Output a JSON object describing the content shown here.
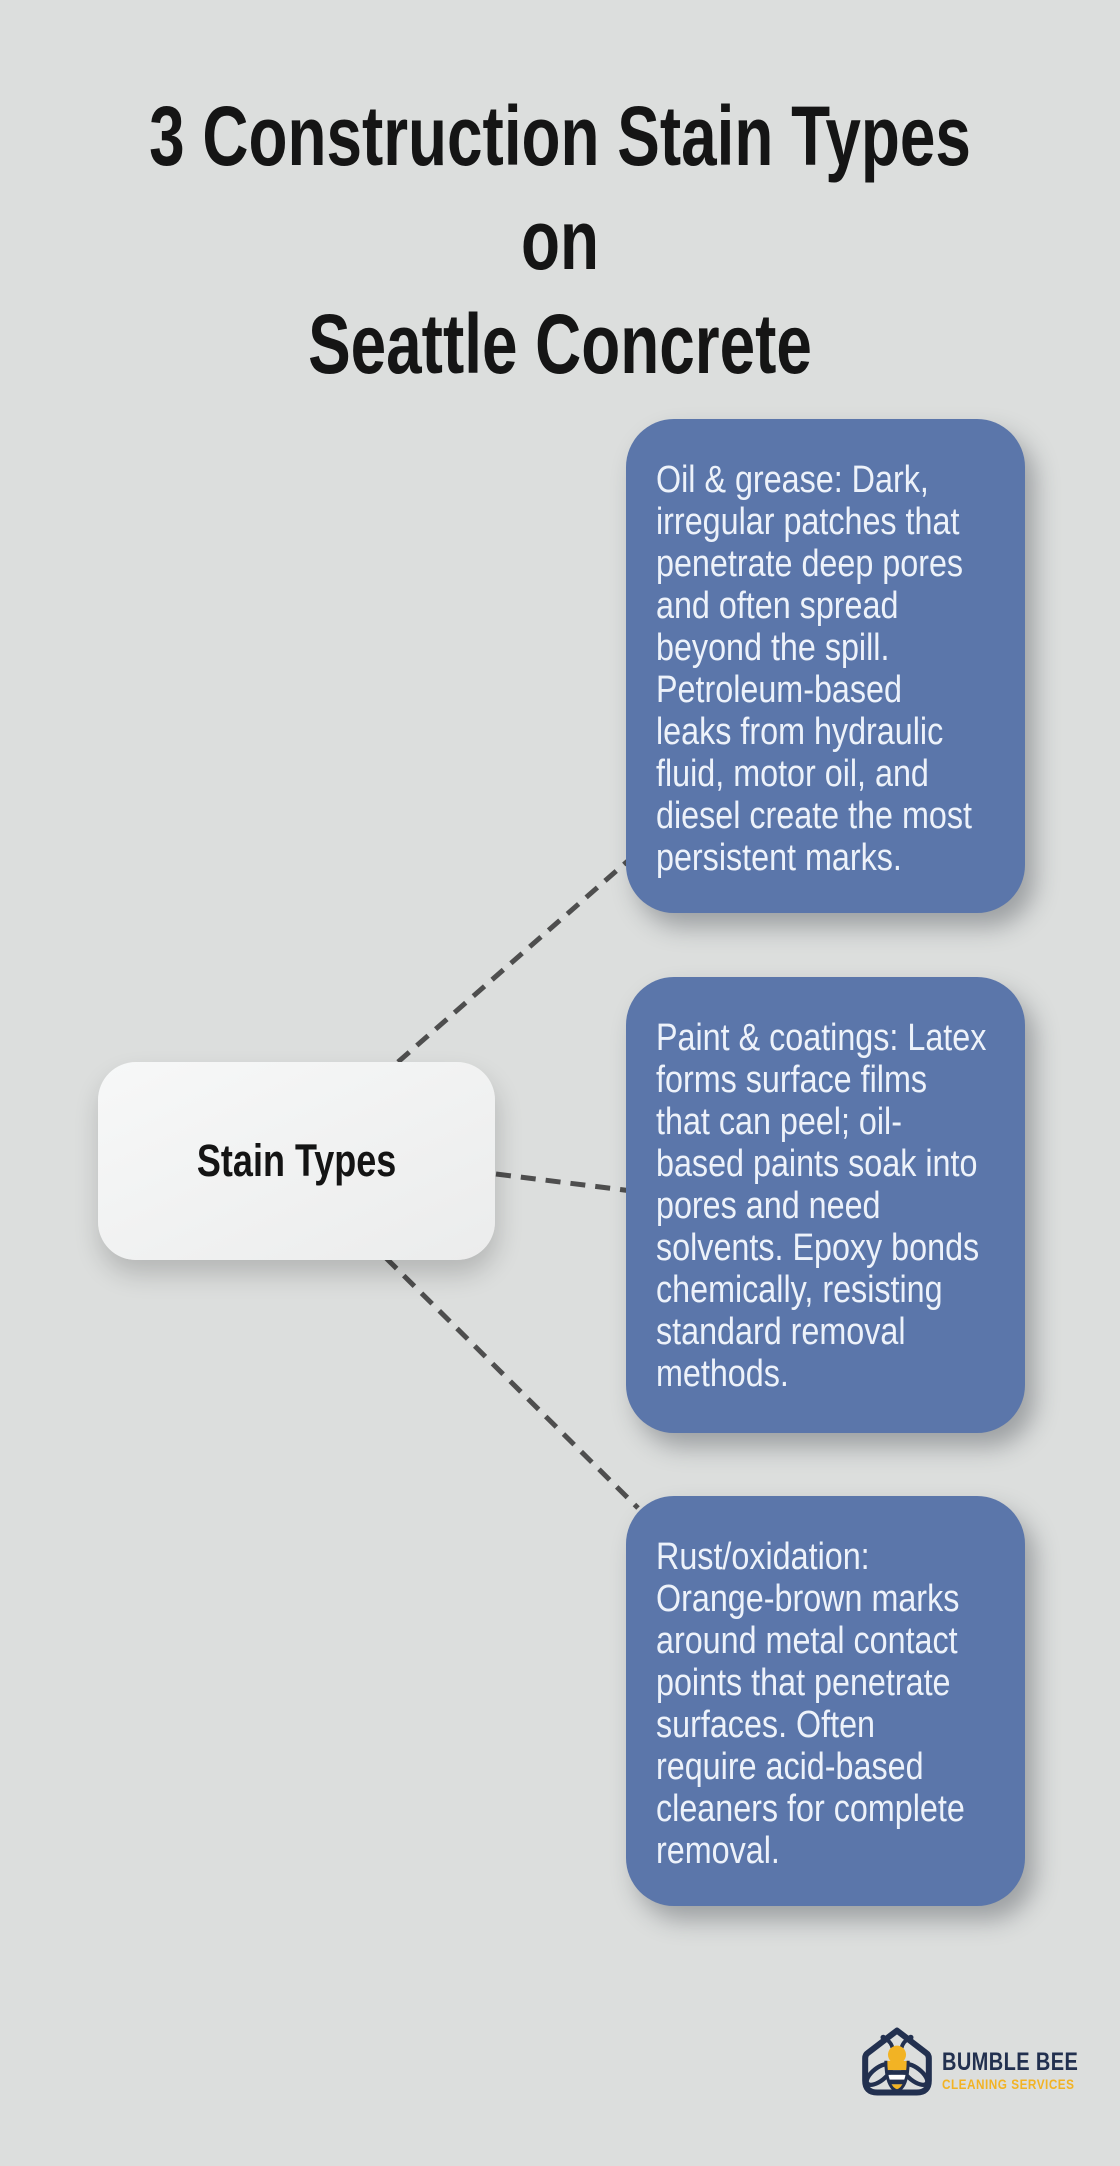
{
  "title": "3 Construction Stain Types on\nSeattle Concrete",
  "center_node": {
    "label": "Stain Types"
  },
  "cards": [
    {
      "id": "oil-grease",
      "text": "Oil & grease: Dark,\nirregular patches that\npenetrate deep pores\nand often spread\nbeyond the spill.\nPetroleum-based\nleaks from hydraulic\nfluid, motor oil, and\ndiesel create the most\npersistent marks."
    },
    {
      "id": "paint-coatings",
      "text": "Paint & coatings: Latex\nforms surface films\nthat can peel; oil-\nbased paints soak into\npores and need\nsolvents. Epoxy bonds\nchemically, resisting\nstandard removal\nmethods."
    },
    {
      "id": "rust-oxidation",
      "text": "Rust/oxidation:\nOrange-brown marks\naround metal contact\npoints that penetrate\nsurfaces. Often\nrequire acid-based\ncleaners for complete\nremoval."
    }
  ],
  "logo": {
    "name": "BUMBLE BEE",
    "tagline": "CLEANING SERVICES",
    "icon": "bee-in-house-icon"
  },
  "colors": {
    "background": "#dcdedd",
    "card": "#5b76aa",
    "card_text": "#edf2fa",
    "title_text": "#151515",
    "connector": "#4e4e4e",
    "node_bg": "#f2f3f3",
    "node_text": "#141414",
    "logo_navy": "#22304f",
    "logo_yellow": "#f2b324"
  }
}
